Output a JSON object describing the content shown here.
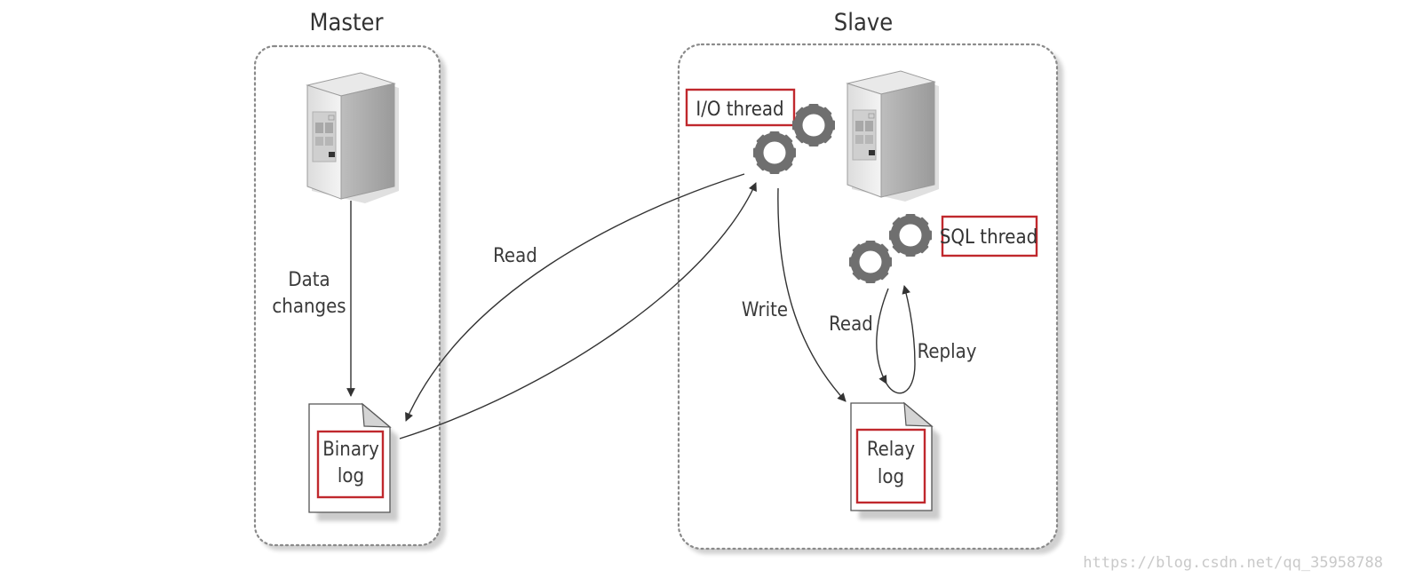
{
  "master": {
    "title": "Master",
    "edge_label_line1": "Data",
    "edge_label_line2": "changes",
    "binary_log_line1": "Binary",
    "binary_log_line2": "log"
  },
  "slave": {
    "title": "Slave",
    "io_thread": "I/O thread",
    "sql_thread": "SQL thread",
    "write_label": "Write",
    "read_label": "Read",
    "replay_label": "Replay",
    "relay_log_line1": "Relay",
    "relay_log_line2": "log"
  },
  "cross": {
    "read_label": "Read"
  },
  "watermark": "https://blog.csdn.net/qq_35958788",
  "colors": {
    "highlight_box": "#c0282d",
    "gear": "#6f6f6f",
    "arrow": "#333333",
    "container_border": "#8a8a8a"
  },
  "icons": [
    "server-icon",
    "gear-icon",
    "document-icon"
  ]
}
